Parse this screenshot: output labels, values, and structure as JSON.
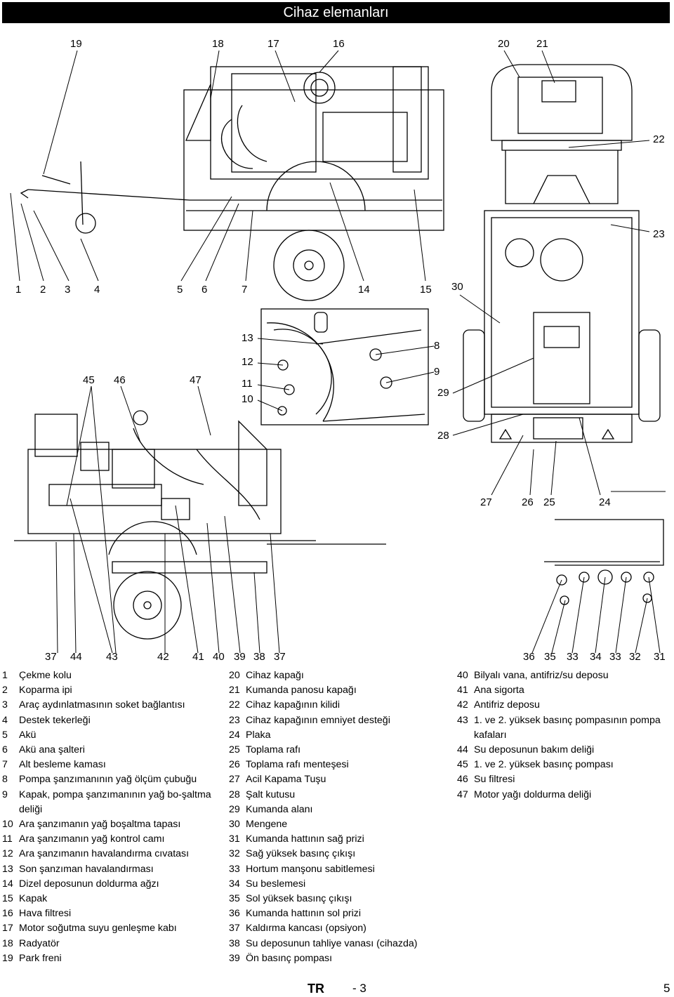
{
  "page": {
    "title": "Cihaz elemanları",
    "footer": {
      "lang": "TR",
      "section": "- 3",
      "page_number": "5"
    }
  },
  "callouts": {
    "c19": "19",
    "c18": "18",
    "c17": "17",
    "c16": "16",
    "c20": "20",
    "c21": "21",
    "c22": "22",
    "c23": "23",
    "c1": "1",
    "c2": "2",
    "c3": "3",
    "c4": "4",
    "c5": "5",
    "c6": "6",
    "c7": "7",
    "c14": "14",
    "c15": "15",
    "c30": "30",
    "c13": "13",
    "c12": "12",
    "c11": "11",
    "c10": "10",
    "c8": "8",
    "c9": "9",
    "c29": "29",
    "c28": "28",
    "c45": "45",
    "c46": "46",
    "c47": "47",
    "c27": "27",
    "c26": "26",
    "c25": "25",
    "c24": "24",
    "c37": "37",
    "c44": "44",
    "c43": "43",
    "c42": "42",
    "c41": "41",
    "c40": "40",
    "c39": "39",
    "c38": "38",
    "c37b": "37",
    "c36": "36",
    "c35": "35",
    "c33": "33",
    "c34": "34",
    "c33b": "33",
    "c32": "32",
    "c31": "31"
  },
  "legend": {
    "col1": [
      {
        "n": "1",
        "t": "Çekme kolu"
      },
      {
        "n": "2",
        "t": "Koparma ipi"
      },
      {
        "n": "3",
        "t": "Araç aydınlatmasının soket bağlantısı"
      },
      {
        "n": "4",
        "t": "Destek tekerleği"
      },
      {
        "n": "5",
        "t": "Akü"
      },
      {
        "n": "6",
        "t": "Akü ana şalteri"
      },
      {
        "n": "7",
        "t": "Alt besleme kaması"
      },
      {
        "n": "8",
        "t": "Pompa şanzımanının yağ ölçüm çubuğu"
      },
      {
        "n": "9",
        "t": "Kapak, pompa şanzımanının yağ bo-şaltma deliği"
      },
      {
        "n": "10",
        "t": "Ara şanzımanın yağ boşaltma tapası"
      },
      {
        "n": "11",
        "t": "Ara şanzımanın yağ kontrol camı"
      },
      {
        "n": "12",
        "t": "Ara şanzımanın havalandırma cıvatası"
      },
      {
        "n": "13",
        "t": "Son şanzıman havalandırması"
      },
      {
        "n": "14",
        "t": "Dizel deposunun doldurma ağzı"
      },
      {
        "n": "15",
        "t": "Kapak"
      },
      {
        "n": "16",
        "t": "Hava filtresi"
      },
      {
        "n": "17",
        "t": "Motor soğutma suyu genleşme kabı"
      },
      {
        "n": "18",
        "t": "Radyatör"
      },
      {
        "n": "19",
        "t": "Park freni"
      }
    ],
    "col2": [
      {
        "n": "20",
        "t": "Cihaz kapağı"
      },
      {
        "n": "21",
        "t": "Kumanda panosu kapağı"
      },
      {
        "n": "22",
        "t": "Cihaz kapağının kilidi"
      },
      {
        "n": "23",
        "t": "Cihaz kapağının emniyet desteği"
      },
      {
        "n": "24",
        "t": "Plaka"
      },
      {
        "n": "25",
        "t": "Toplama rafı"
      },
      {
        "n": "26",
        "t": "Toplama rafı menteşesi"
      },
      {
        "n": "27",
        "t": "Acil Kapama Tuşu"
      },
      {
        "n": "28",
        "t": "Şalt kutusu"
      },
      {
        "n": "29",
        "t": "Kumanda alanı"
      },
      {
        "n": "30",
        "t": "Mengene"
      },
      {
        "n": "31",
        "t": "Kumanda hattının sağ prizi"
      },
      {
        "n": "32",
        "t": "Sağ yüksek basınç çıkışı"
      },
      {
        "n": "33",
        "t": "Hortum manşonu sabitlemesi"
      },
      {
        "n": "34",
        "t": "Su beslemesi"
      },
      {
        "n": "35",
        "t": "Sol yüksek basınç çıkışı"
      },
      {
        "n": "36",
        "t": "Kumanda hattının sol prizi"
      },
      {
        "n": "37",
        "t": "Kaldırma kancası (opsiyon)"
      },
      {
        "n": "38",
        "t": "Su deposunun tahliye vanası (cihazda)"
      },
      {
        "n": "39",
        "t": "Ön basınç pompası"
      }
    ],
    "col3": [
      {
        "n": "40",
        "t": "Bilyalı vana, antifriz/su deposu"
      },
      {
        "n": "41",
        "t": "Ana sigorta"
      },
      {
        "n": "42",
        "t": "Antifriz deposu"
      },
      {
        "n": "43",
        "t": "1. ve 2. yüksek basınç pompasının pompa kafaları"
      },
      {
        "n": "44",
        "t": "Su deposunun bakım deliği"
      },
      {
        "n": "45",
        "t": "1. ve 2. yüksek basınç pompası"
      },
      {
        "n": "46",
        "t": "Su filtresi"
      },
      {
        "n": "47",
        "t": "Motor yağı doldurma deliği"
      }
    ]
  }
}
